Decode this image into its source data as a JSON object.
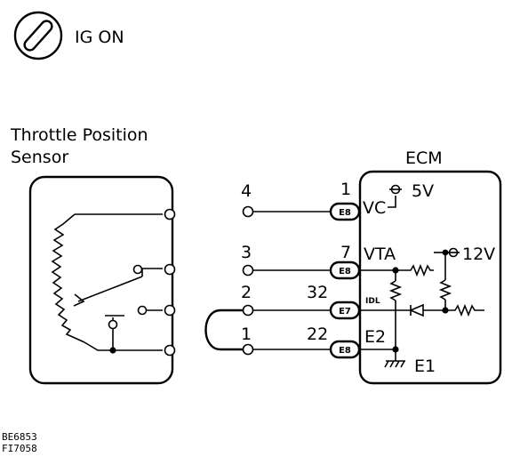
{
  "header": {
    "ignition_label": "IG ON"
  },
  "sensor": {
    "title_line1": "Throttle Position",
    "title_line2": "Sensor"
  },
  "ecm": {
    "title": "ECM",
    "pins": {
      "vc": "VC",
      "vta": "VTA",
      "idl": "IDL",
      "e2": "E2",
      "e1": "E1"
    },
    "voltages": {
      "vc": "5V",
      "vta": "12V"
    },
    "terminals": {
      "vc": {
        "number": "1",
        "connector": "E8"
      },
      "vta": {
        "number": "7",
        "connector": "E8"
      },
      "idl": {
        "number": "32",
        "connector": "E7"
      },
      "e2": {
        "number": "22",
        "connector": "E8"
      }
    }
  },
  "harness_pins": {
    "p4": "4",
    "p3": "3",
    "p2": "2",
    "p1": "1"
  },
  "footer": {
    "code_line1": "BE6853",
    "code_line2": "FI7058"
  }
}
